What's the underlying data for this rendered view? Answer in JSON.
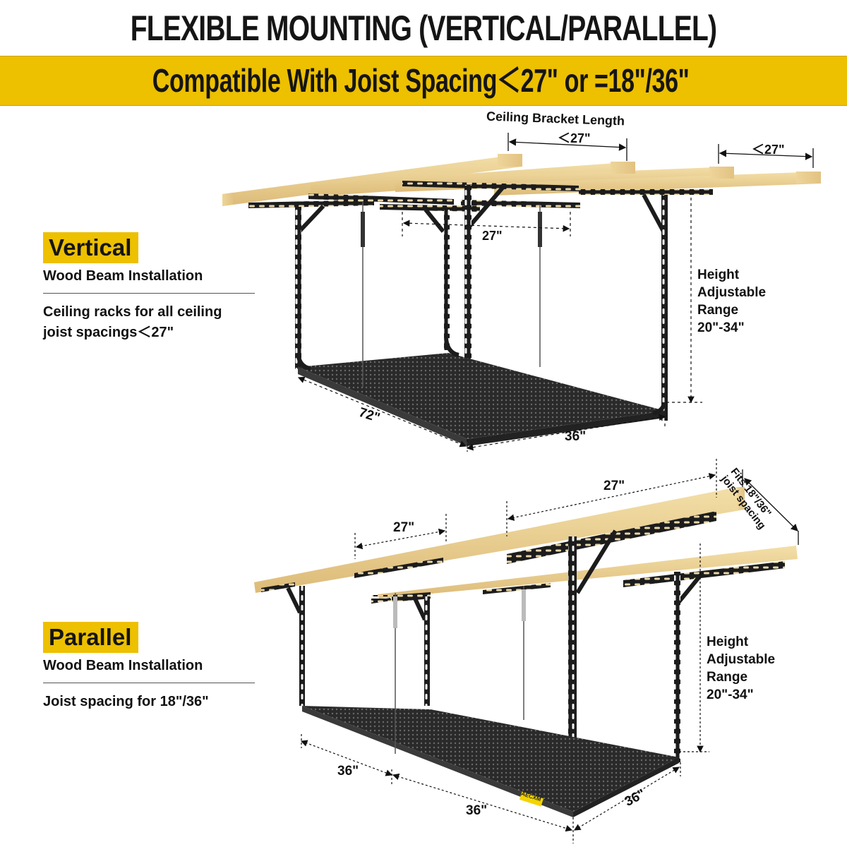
{
  "header": {
    "title": "FLEXIBLE MOUNTING (VERTICAL/PARALLEL)",
    "subtitle": "Compatible With Joist Spacing＜27\" or =18\"/36\""
  },
  "colors": {
    "accent_yellow": "#EDC000",
    "wood": "#E9CF92",
    "steel": "#1E1E1E",
    "text": "#151515"
  },
  "vertical": {
    "badge": "Vertical",
    "subtitle": "Wood Beam Installation",
    "description_line1": "Ceiling racks for all ceiling",
    "description_line2": "joist spacings＜27\"",
    "diagram": {
      "bracket_label": "Ceiling Bracket Length",
      "bracket_length": "＜27\"",
      "right_bracket_length": "＜27\"",
      "inner_span": "27\"",
      "length": "72\"",
      "width": "36\"",
      "height_line1": "Height",
      "height_line2": "Adjustable",
      "height_line3": "Range",
      "height_range": "20\"-34\""
    }
  },
  "parallel": {
    "badge": "Parallel",
    "subtitle": "Wood Beam Installation",
    "description": "Joist spacing for 18\"/36\"",
    "diagram": {
      "left_span": "27\"",
      "right_span": "27\"",
      "fits_label_line1": "Fits 18\"/36\"",
      "fits_label_line2": "joist spacing",
      "length_left": "36\"",
      "length_right": "36\"",
      "width": "36\"",
      "brand_tag": "AECXM",
      "height_line1": "Height",
      "height_line2": "Adjustable",
      "height_line3": "Range",
      "height_range": "20\"-34\""
    }
  }
}
